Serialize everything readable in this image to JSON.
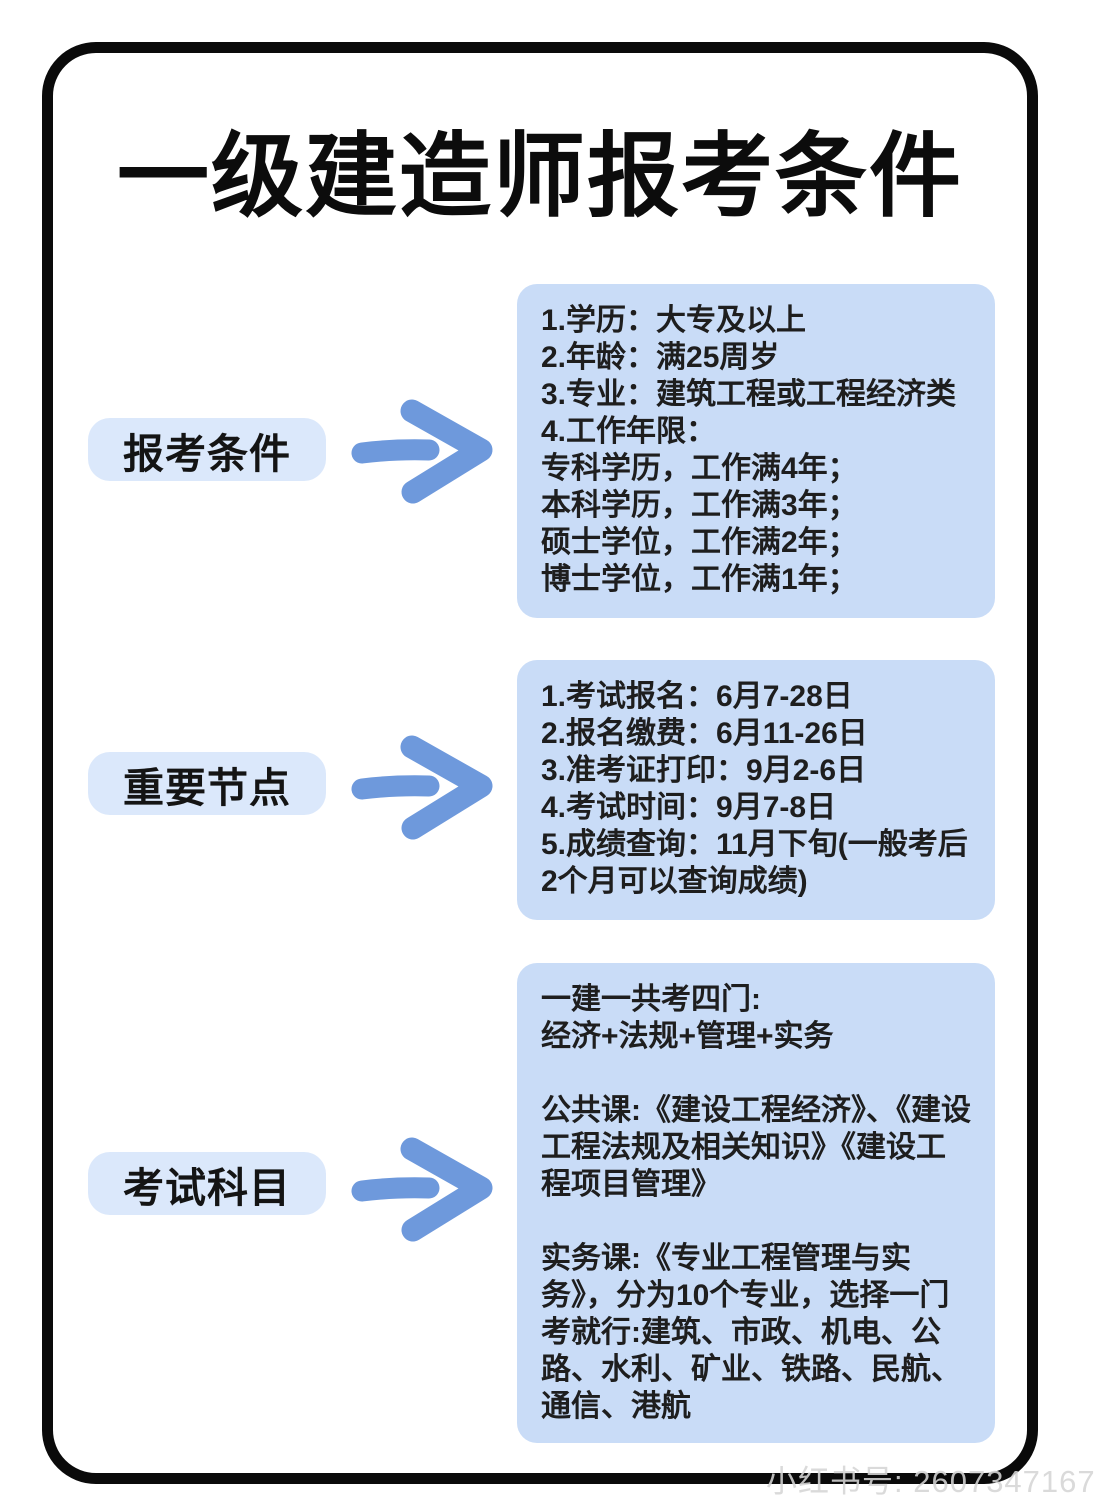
{
  "page": {
    "title": "一级建造师报考条件",
    "watermark": "小红书号: 2607347167"
  },
  "colors": {
    "frame_border": "#0a0a0a",
    "content_box_bg": "#c9dcf7",
    "label_pill_bg": "#dbe8fb",
    "arrow_blue": "#6e99dc",
    "text": "#1e1e1e"
  },
  "sections": [
    {
      "label": "报考条件",
      "content": "1.学历：大专及以上\n2.年龄：满25周岁\n3.专业：建筑工程或工程经济类\n4.工作年限：\n专科学历，工作满4年；\n本科学历，工作满3年；\n硕士学位，工作满2年；\n博士学位，工作满1年；"
    },
    {
      "label": "重要节点",
      "content": "1.考试报名：6月7-28日\n2.报名缴费：6月11-26日\n3.准考证打印：9月2-6日\n4.考试时间：9月7-8日\n5.成绩查询：11月下旬(一般考后2个月可以查询成绩)"
    },
    {
      "label": "考试科目",
      "content": "一建一共考四门:\n经济+法规+管理+实务\n\n公共课:《建设工程经济》、《建设工程法规及相关知识》《建设工程项目管理》\n\n实务课:《专业工程管理与实务》，分为10个专业，选择一门考就行:建筑、市政、机电、公路、水利、矿业、铁路、民航、通信、港航"
    }
  ]
}
